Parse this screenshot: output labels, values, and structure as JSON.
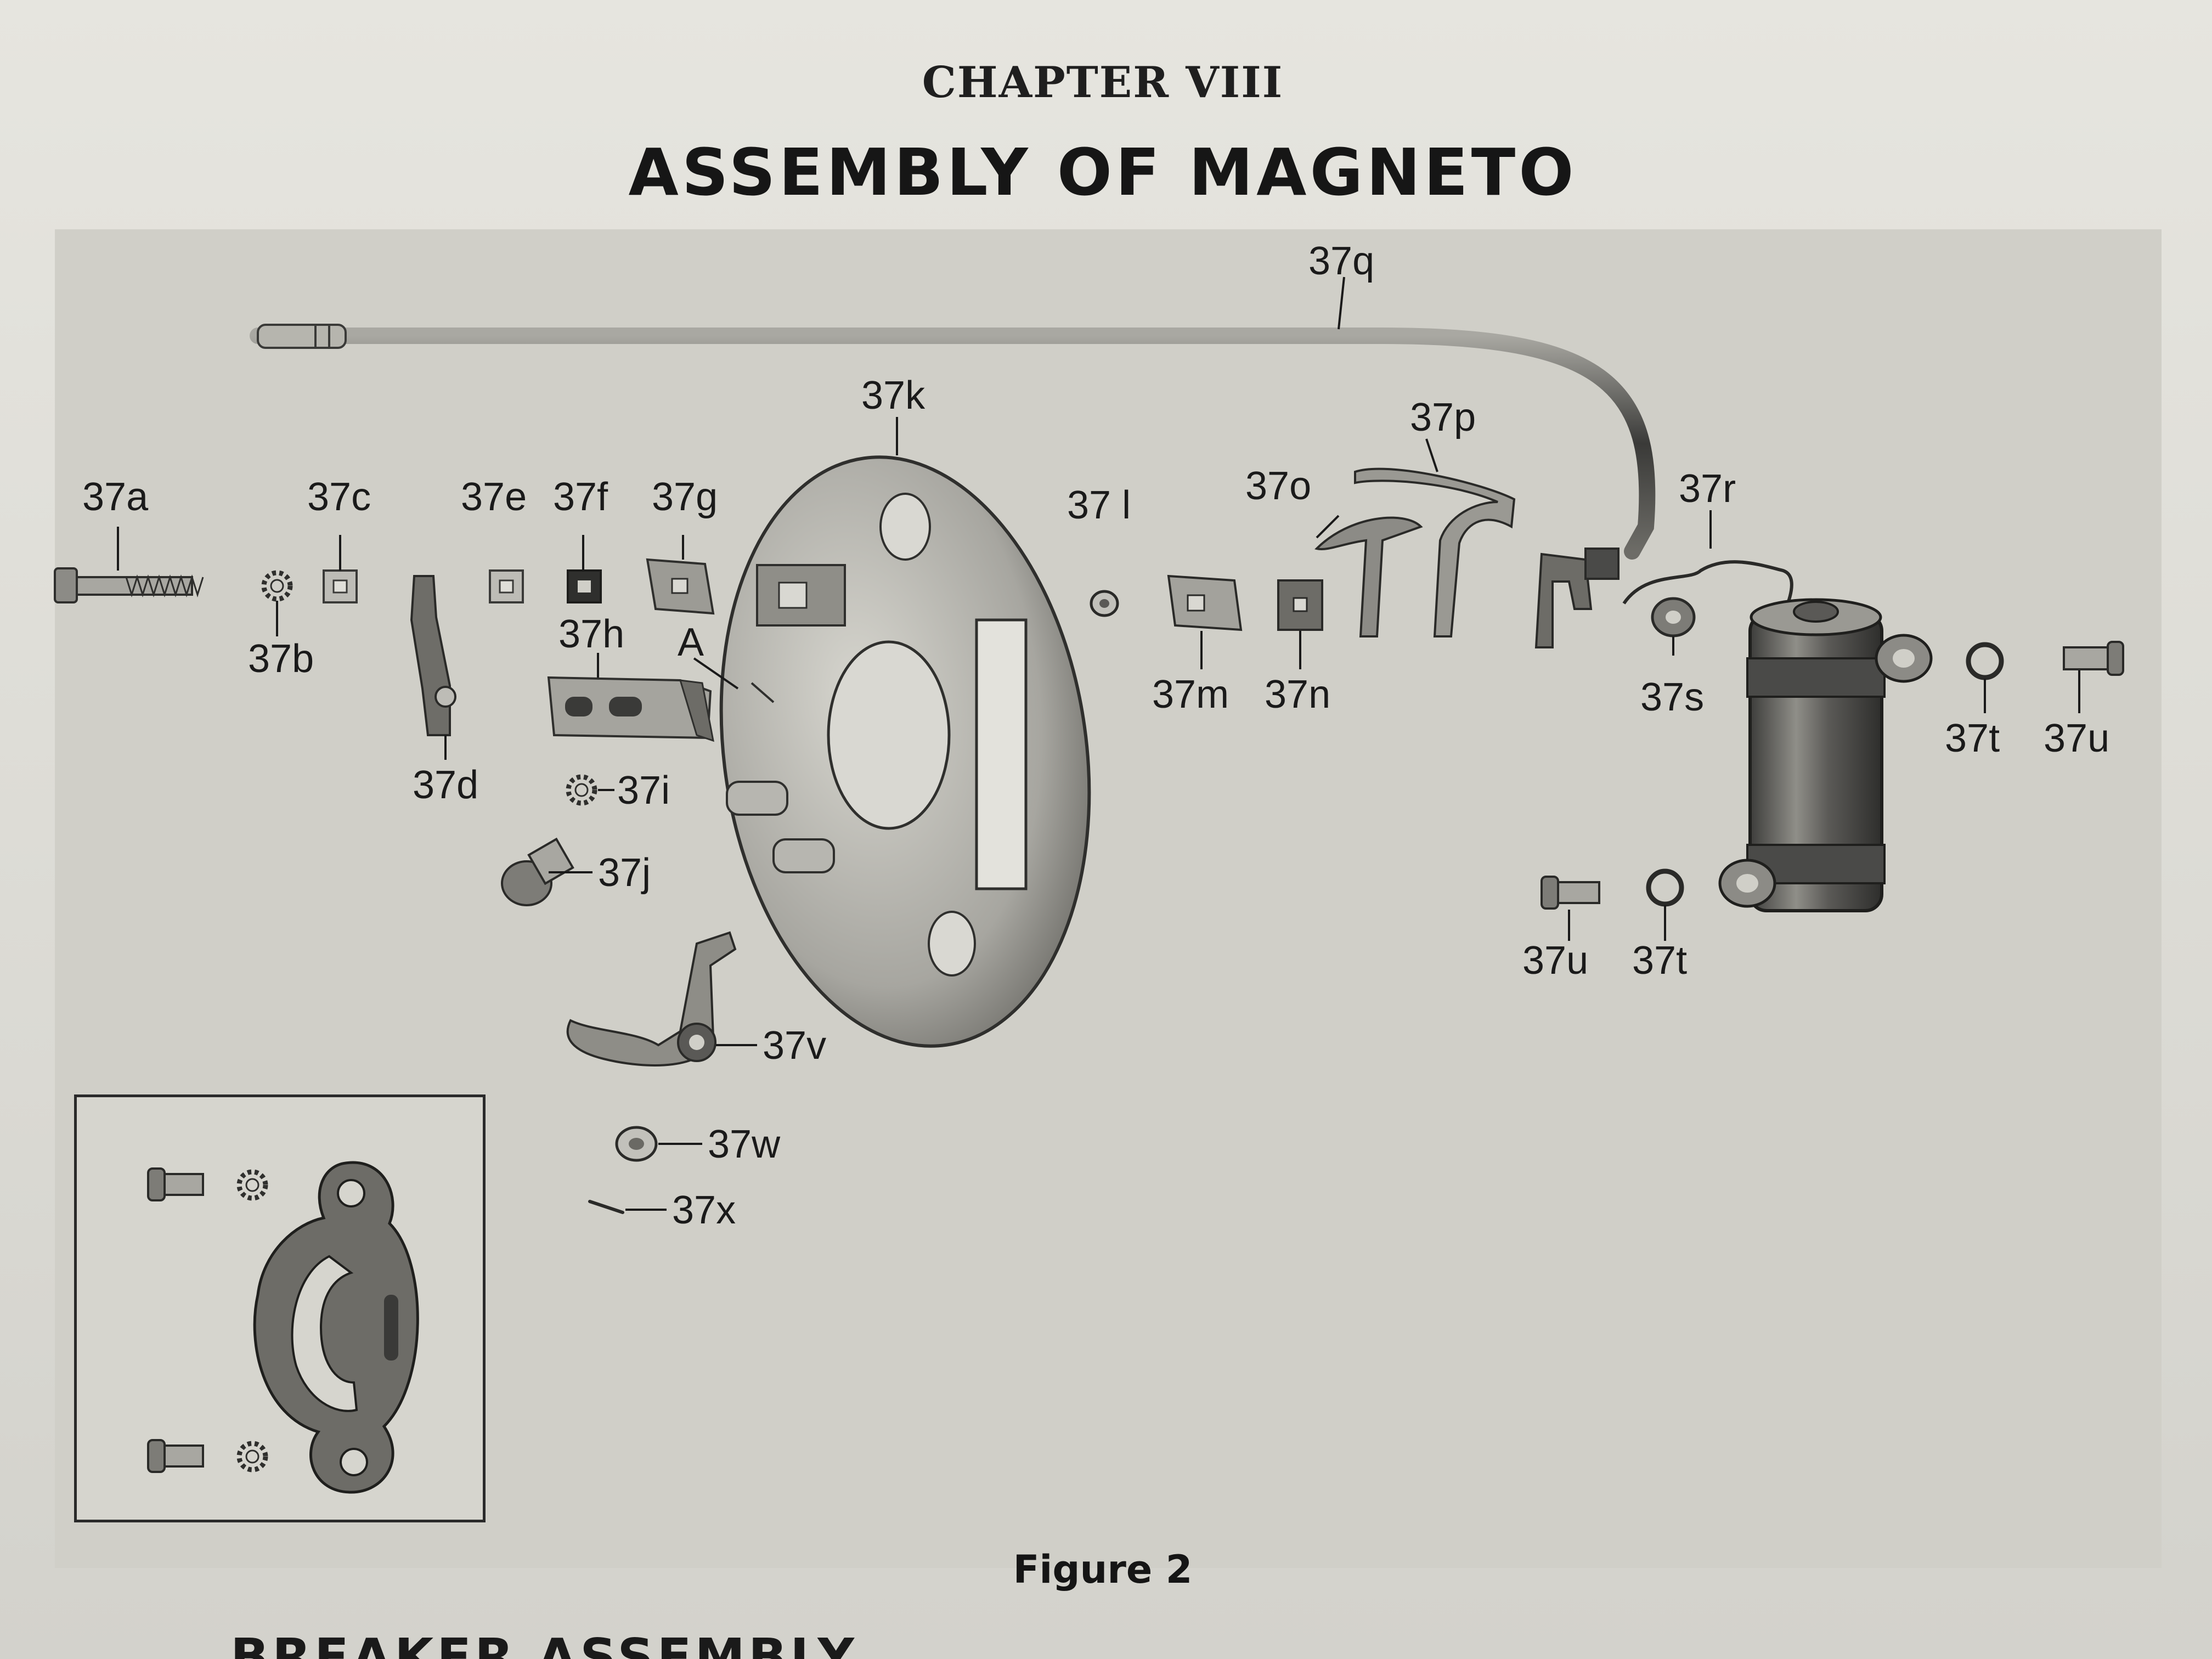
{
  "chapter": "CHAPTER VIII",
  "title": "ASSEMBLY OF MAGNETO",
  "caption": "Figure 2",
  "next_heading": "BREAKER ASSEMBLY",
  "callouts": {
    "a": "37a",
    "b": "37b",
    "c": "37c",
    "d": "37d",
    "e": "37e",
    "f": "37f",
    "g": "37g",
    "h": "37h",
    "A": "A",
    "i": "37i",
    "j": "37j",
    "k": "37k",
    "l": "37 l",
    "m": "37m",
    "n": "37n",
    "o": "37o",
    "p": "37p",
    "q": "37q",
    "r": "37r",
    "s": "37s",
    "t1": "37t",
    "u1": "37u",
    "u2": "37u",
    "t2": "37t",
    "v": "37v",
    "w": "37w",
    "x": "37x"
  },
  "colors": {
    "ink": "#1a1a1a",
    "metal_dark": "#4a4a48",
    "metal_mid": "#8c8b86",
    "metal_light": "#c9c8c2"
  }
}
